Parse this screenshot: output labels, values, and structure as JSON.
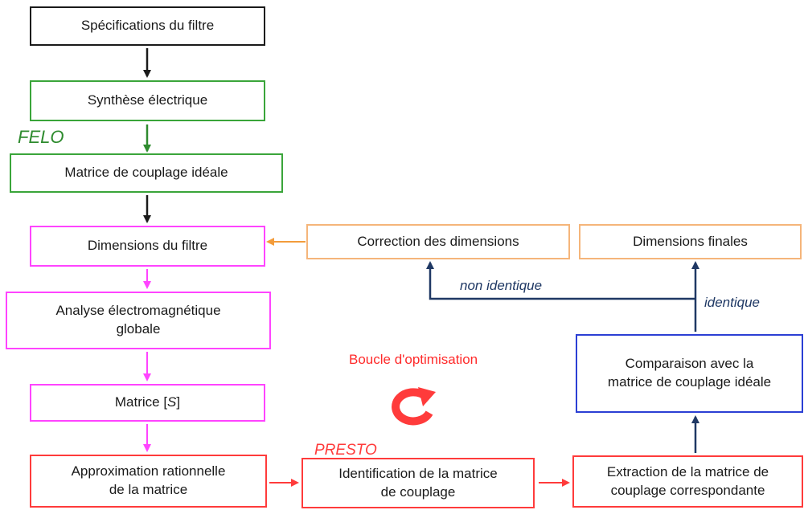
{
  "colors": {
    "black": "#1a1a1a",
    "green": "#3aa53a",
    "magenta": "#ff44ff",
    "orange": "#f5b57a",
    "orange_arrow": "#f39c3b",
    "navy": "#1f3864",
    "blue_border": "#2b3fd4",
    "red": "#ff3b3b"
  },
  "boxes": {
    "specifications": "Spécifications du filtre",
    "synthese": "Synthèse électrique",
    "matrice_ideale": "Matrice de couplage idéale",
    "dimensions": "Dimensions du filtre",
    "analyse_line1": "Analyse électromagnétique",
    "analyse_line2": "globale",
    "matrice_s_prefix": "Matrice [",
    "matrice_s_letter": "S",
    "matrice_s_suffix": "]",
    "approximation_line1": "Approximation rationnelle",
    "approximation_line2": "de la matrice",
    "identification_line1": "Identification de la matrice",
    "identification_line2": "de couplage",
    "extraction_line1": "Extraction de la matrice de",
    "extraction_line2": "couplage correspondante",
    "comparaison_line1": "Comparaison avec la",
    "comparaison_line2": "matrice de couplage idéale",
    "correction": "Correction des dimensions",
    "finales": "Dimensions finales"
  },
  "labels": {
    "felo": "FELO",
    "presto": "PRESTO",
    "boucle": "Boucle d'optimisation",
    "non_identique": "non identique",
    "identique": "identique"
  },
  "icons": {
    "loop": "circular-refresh-arrow-icon"
  }
}
